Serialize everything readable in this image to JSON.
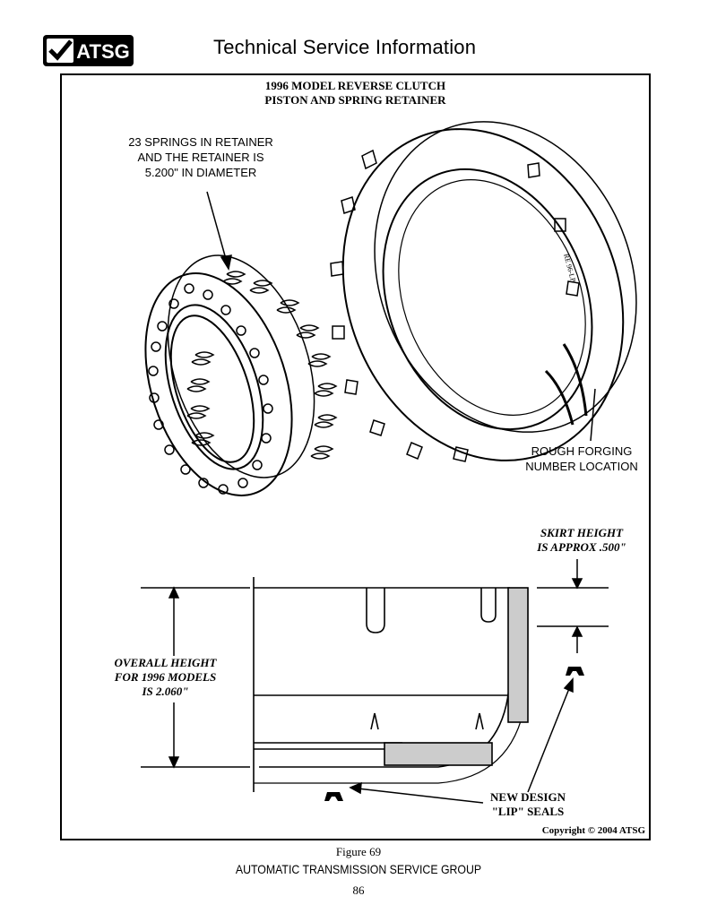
{
  "header": {
    "logo_text": "ATSG",
    "title": "Technical Service Information"
  },
  "figure": {
    "title_line1": "1996 MODEL REVERSE CLUTCH",
    "title_line2": "PISTON AND SPRING RETAINER",
    "springs_label": [
      "23 SPRINGS IN RETAINER",
      "AND THE RETAINER IS",
      "5.200\" IN DIAMETER"
    ],
    "forging_label": [
      "ROUGH FORGING",
      "NUMBER LOCATION"
    ],
    "skirt_label": [
      "SKIRT HEIGHT",
      "IS APPROX  .500\""
    ],
    "overall_label": [
      "OVERALL HEIGHT",
      "FOR 1996 MODELS",
      "IS  2.060\""
    ],
    "seals_label": [
      "NEW DESIGN",
      "\"LIP\" SEALS"
    ],
    "copyright": "Copyright © 2004 ATSG"
  },
  "footer": {
    "caption": "Figure 69",
    "group": "AUTOMATIC TRANSMISSION SERVICE GROUP",
    "page": "86"
  }
}
